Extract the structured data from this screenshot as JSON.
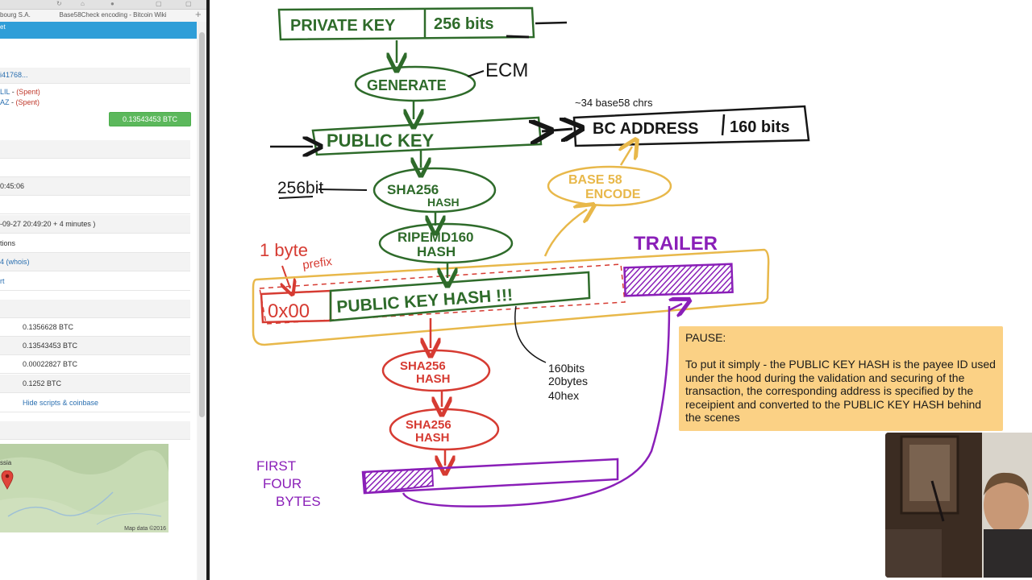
{
  "browser": {
    "tab_left_partial": "bourg S.A.",
    "tab_title": "Base58Check encoding - Bitcoin Wiki",
    "new_tab_symbol": "+",
    "header_partial": "et",
    "tx_hash_partial": "i41768...",
    "inputs": [
      {
        "address": "LIL",
        "status": "(Spent)"
      },
      {
        "address": "AZ",
        "status": "(Spent)"
      }
    ],
    "output_button": "0.13543453 BTC",
    "time_partial": "0:45:06",
    "received_time_partial": "-09-27 20:49:20 + 4 minutes )",
    "confirmations_partial": "tions",
    "relayed_partial": "4 (whois)",
    "visualize_partial": "rt",
    "amounts": [
      "0.1356628 BTC",
      "0.13543453 BTC",
      "0.00022827 BTC",
      "0.1252 BTC"
    ],
    "hide_scripts": "Hide scripts & coinbase",
    "map_label": "ssia",
    "map_credit": "Map data ©2016"
  },
  "diagram": {
    "private_key": "PRIVATE KEY",
    "bits256": "256 bits",
    "ecm": "ECM",
    "generate": "GENERATE",
    "public_key": "PUBLIC KEY",
    "address_note": "~34 base58 chrs",
    "bc_address": "BC ADDRESS",
    "bits_160": "160 bits",
    "sha256_hash_top": [
      "SHA256",
      "HASH"
    ],
    "bit256_note": "256bit",
    "base58": [
      "BASE 58",
      "ENCODE"
    ],
    "ripemd": [
      "RIPEMD160",
      "HASH"
    ],
    "one_byte": "1 byte",
    "prefix": "prefix",
    "trailer": "TRAILER",
    "prefix_value": "0x00",
    "pkh": "PUBLIC KEY HASH !!!",
    "sha256_a": [
      "SHA256",
      "HASH"
    ],
    "sha256_b": [
      "SHA256",
      "HASH"
    ],
    "size_note": [
      "160bits",
      "20bytes",
      "40hex"
    ],
    "first_four": [
      "FIRST",
      "FOUR",
      "BYTES"
    ]
  },
  "pause": {
    "title": "PAUSE:",
    "body": "To put it simply - the PUBLIC KEY HASH is the payee ID used under the hood during the validation and securing of the transaction, the corresponding address is specified by the receipient and converted to the PUBLIC KEY HASH behind the scenes"
  },
  "colors": {
    "green": "#2e6b2a",
    "red": "#d63b32",
    "purple": "#8a1fb8",
    "yellow": "#e8b84a",
    "black": "#161616",
    "pause_bg": "#fbd185"
  }
}
